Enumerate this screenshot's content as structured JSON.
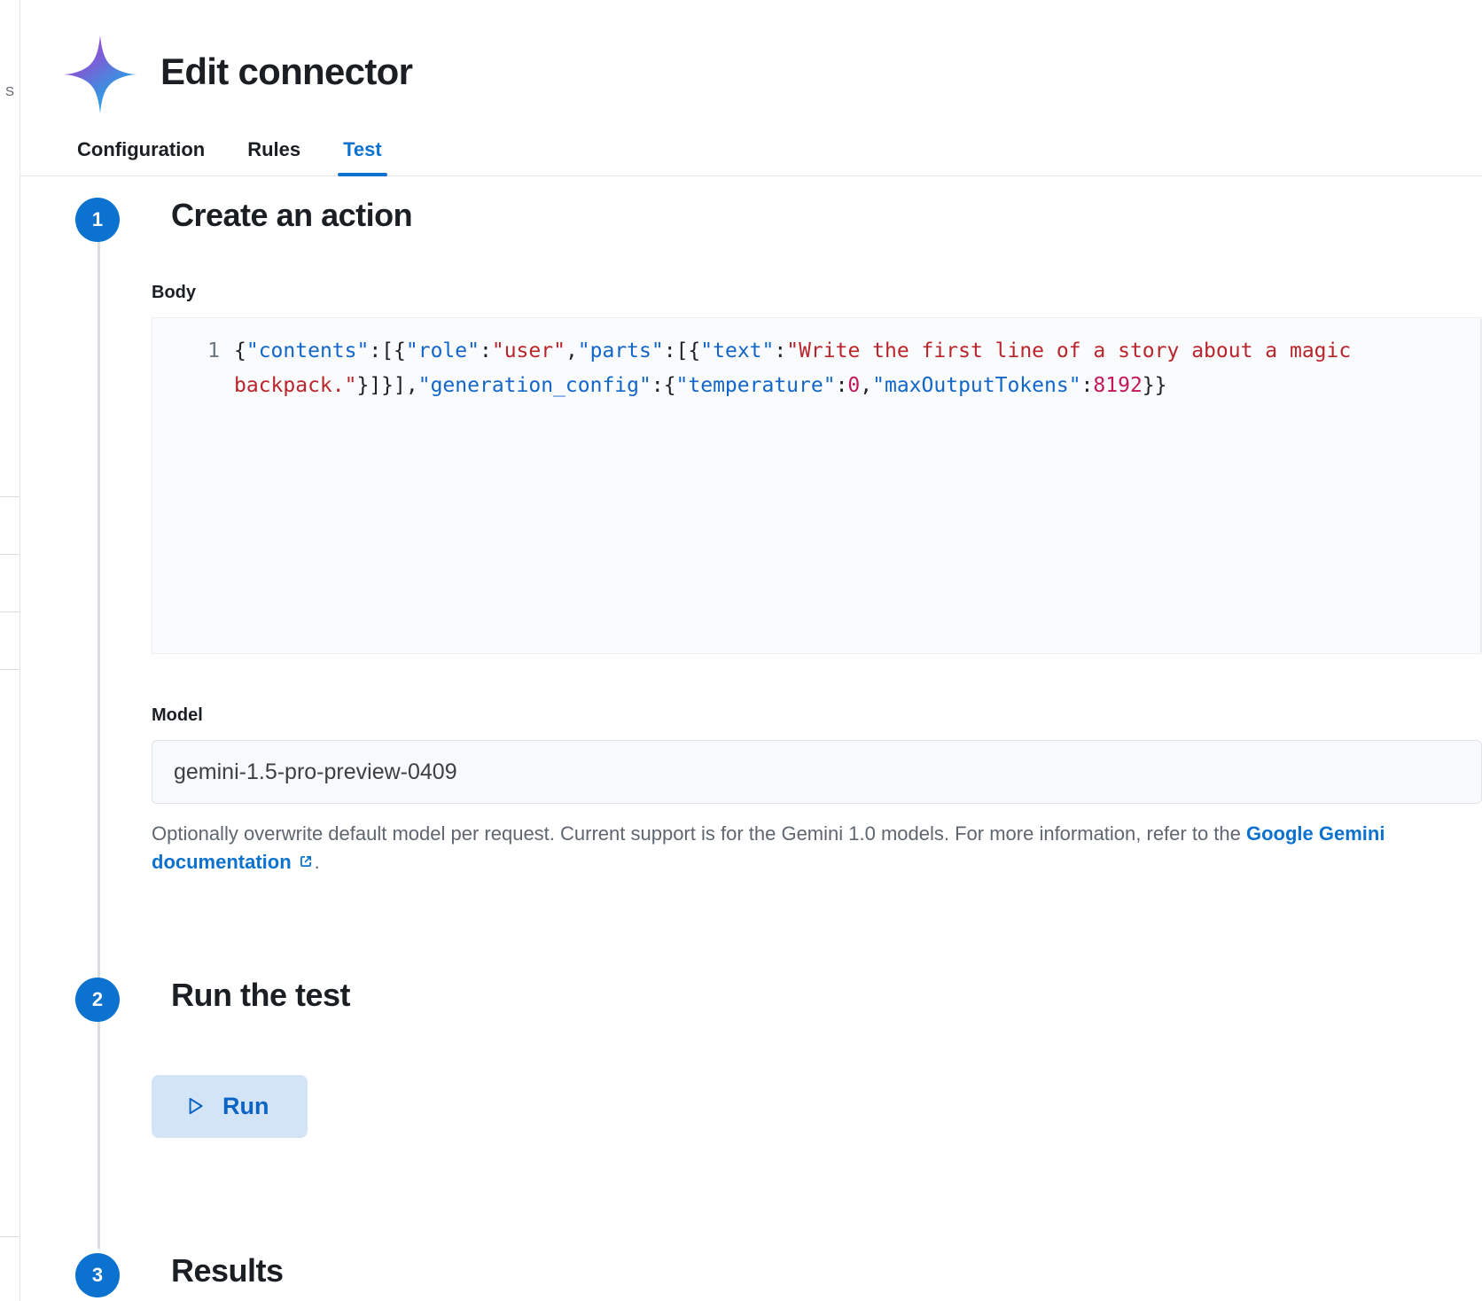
{
  "background_page": {
    "edge_label": "S"
  },
  "header": {
    "icon": "gemini-star-icon",
    "title": "Edit connector",
    "gradient_start": "#a34bd6",
    "gradient_end": "#2aa7e8"
  },
  "tabs": [
    {
      "label": "Configuration",
      "active": false
    },
    {
      "label": "Rules",
      "active": false
    },
    {
      "label": "Test",
      "active": true
    }
  ],
  "accent_color": "#0b72cf",
  "steps": [
    {
      "number": "1",
      "title": "Create an action"
    },
    {
      "number": "2",
      "title": "Run the test"
    },
    {
      "number": "3",
      "title": "Results"
    }
  ],
  "body_field": {
    "label": "Body",
    "line_number": "1",
    "code_plain": "{\"contents\":[{\"role\":\"user\",\"parts\":[{\"text\":\"Write the first line of a story about a magic backpack.\"}]}],\"generation_config\":{\"temperature\":0,\"maxOutputTokens\":8192}}",
    "tokens": [
      {
        "t": "{",
        "c": "p"
      },
      {
        "t": "\"contents\"",
        "c": "k"
      },
      {
        "t": ":[{",
        "c": "p"
      },
      {
        "t": "\"role\"",
        "c": "k"
      },
      {
        "t": ":",
        "c": "p"
      },
      {
        "t": "\"user\"",
        "c": "s"
      },
      {
        "t": ",",
        "c": "p"
      },
      {
        "t": "\"parts\"",
        "c": "k"
      },
      {
        "t": ":[{",
        "c": "p"
      },
      {
        "t": "\"text\"",
        "c": "k"
      },
      {
        "t": ":",
        "c": "p"
      },
      {
        "t": "\"Write the first line of a story about a magic backpack.\"",
        "c": "s"
      },
      {
        "t": "}]}],",
        "c": "p"
      },
      {
        "t": "\"generation_config\"",
        "c": "k"
      },
      {
        "t": ":{",
        "c": "p"
      },
      {
        "t": "\"temperature\"",
        "c": "k"
      },
      {
        "t": ":",
        "c": "p"
      },
      {
        "t": "0",
        "c": "n"
      },
      {
        "t": ",",
        "c": "p"
      },
      {
        "t": "\"maxOutputTokens\"",
        "c": "k"
      },
      {
        "t": ":",
        "c": "p"
      },
      {
        "t": "8192",
        "c": "n"
      },
      {
        "t": "}}",
        "c": "p"
      }
    ],
    "syntax_colors": {
      "key": "#1266c9",
      "string": "#b8252b",
      "number": "#c2185b",
      "punctuation": "#202124"
    }
  },
  "model_field": {
    "label": "Model",
    "value": "gemini-1.5-pro-preview-0409",
    "placeholder": "gemini-1.5-pro-preview-0409",
    "helper_text_before": "Optionally overwrite default model per request. Current support is for the Gemini 1.0 models. For more information, refer to the ",
    "link_text": "Google Gemini documentation",
    "link_icon": "external-link-icon",
    "helper_text_after": "."
  },
  "run_section": {
    "button_label": "Run",
    "button_icon": "play-icon",
    "button_bg": "#d2e4f6",
    "button_fg": "#0b63c5"
  }
}
